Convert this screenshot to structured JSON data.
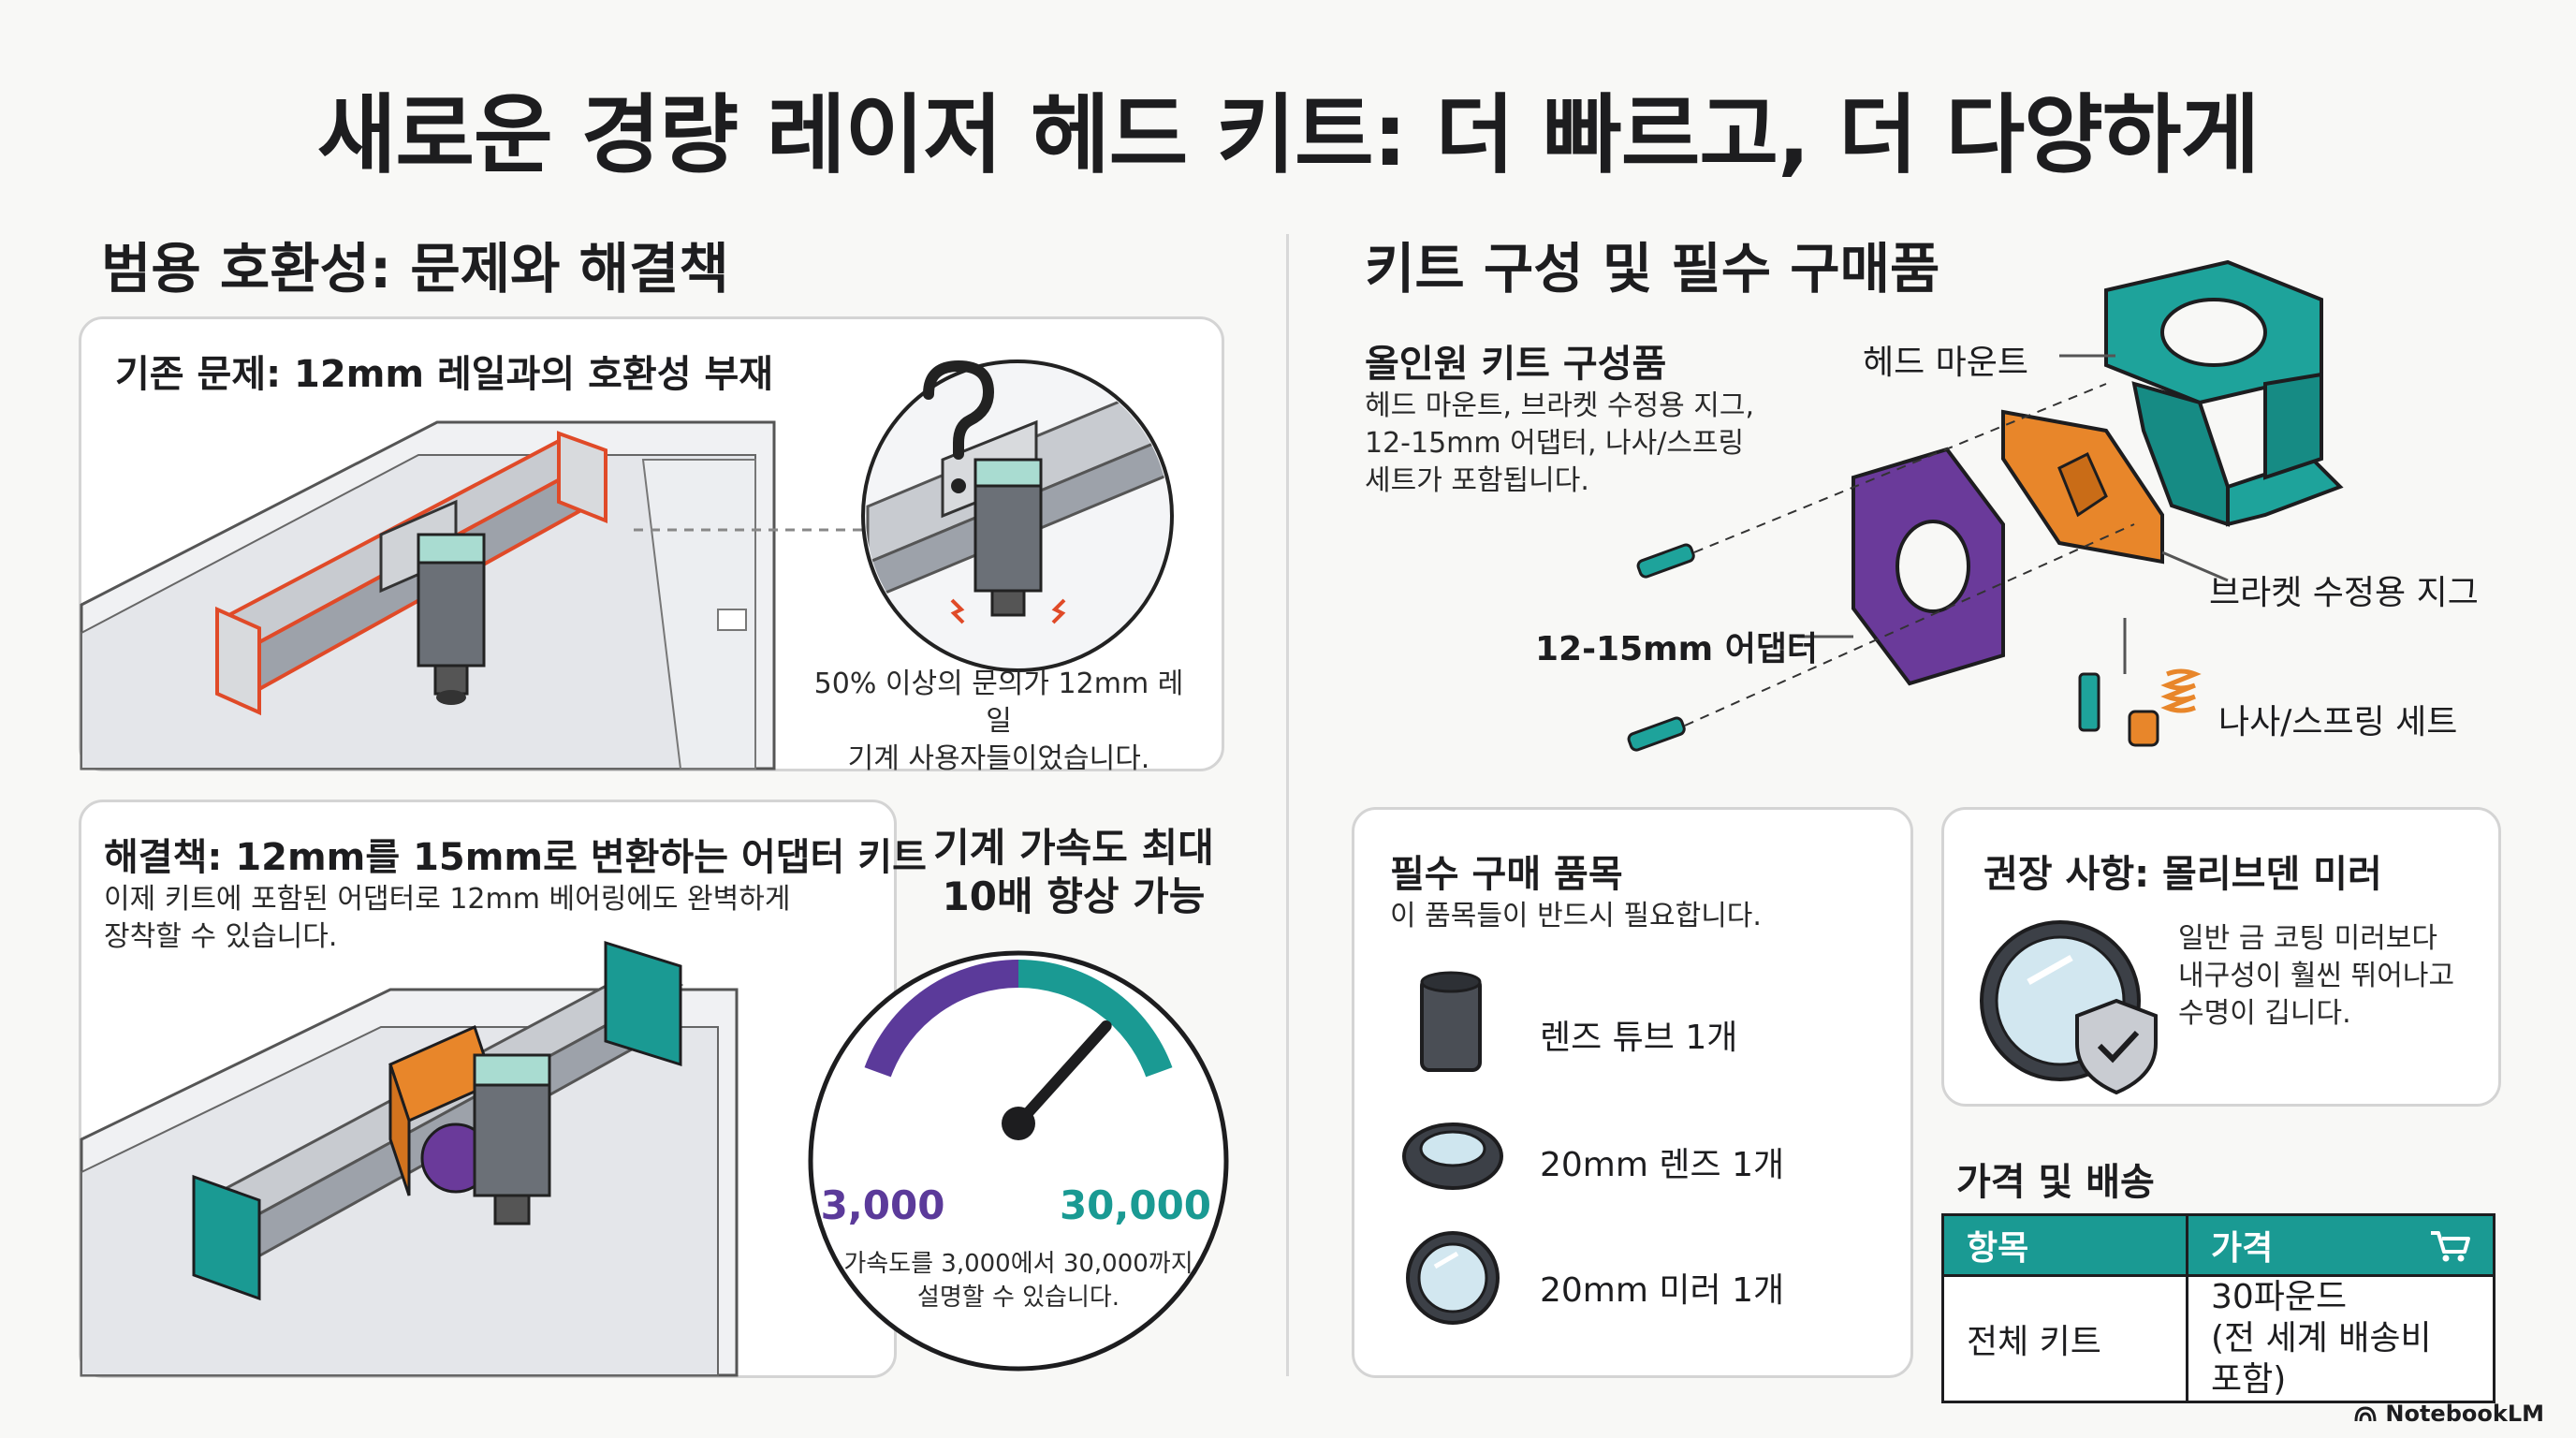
{
  "title": "새로운 경량 레이저 헤드 키트: 더 빠르고, 더 다양하게",
  "left": {
    "heading": "범용 호환성: 문제와 해결책",
    "problem": {
      "title": "기존 문제: 12mm 레일과의 호환성 부재",
      "caption_line1": "50% 이상의 문의가 12mm 레일",
      "caption_line2": "기계 사용자들이었습니다."
    },
    "solution": {
      "title": "해결책: 12mm를 15mm로 변환하는 어댑터 키트",
      "desc_line1": "이제 키트에 포함된 어댑터로 12mm 베어링에도 완벽하게",
      "desc_line2": "장착할 수 있습니다."
    },
    "accel": {
      "title_line1": "기계 가속도 최대",
      "title_line2": "10배 향상 가능",
      "low": "3,000",
      "high": "30,000",
      "caption_line1": "가속도를 3,000에서 30,000까지",
      "caption_line2": "설명할 수 있습니다.",
      "gauge_fraction": 0.8
    }
  },
  "right": {
    "heading": "키트 구성 및 필수 구매품",
    "kit": {
      "title": "올인원 키트 구성품",
      "desc_line1": "헤드 마운트, 브라켓 수정용 지그,",
      "desc_line2": "12-15mm 어댑터, 나사/스프링",
      "desc_line3": "세트가 포함됩니다.",
      "label_mount": "헤드 마운트",
      "label_jig": "브라켓 수정용 지그",
      "label_adapter": "12-15mm 어댑터",
      "label_screws": "나사/스프링 세트"
    },
    "required": {
      "title": "필수 구매 품목",
      "subtitle": "이 품목들이 반드시 필요합니다.",
      "items": [
        "렌즈 튜브 1개",
        "20mm 렌즈 1개",
        "20mm 미러 1개"
      ]
    },
    "recommend": {
      "title": "권장 사항: 몰리브덴 미러",
      "desc_line1": "일반 금 코팅 미러보다",
      "desc_line2": "내구성이 훨씬 뛰어나고",
      "desc_line3": "수명이 깁니다."
    },
    "pricing": {
      "title": "가격 및 배송",
      "col1": "항목",
      "col2": "가격",
      "row_item": "전체 키트",
      "row_price_line1": "30파운드",
      "row_price_line2": "(전 세계 배송비 포함)"
    }
  },
  "footer": {
    "brand": "NotebookLM"
  },
  "colors": {
    "teal": "#1a9a93",
    "purple": "#6a3a9a",
    "orange": "#e8862a",
    "red": "#e04a28"
  }
}
